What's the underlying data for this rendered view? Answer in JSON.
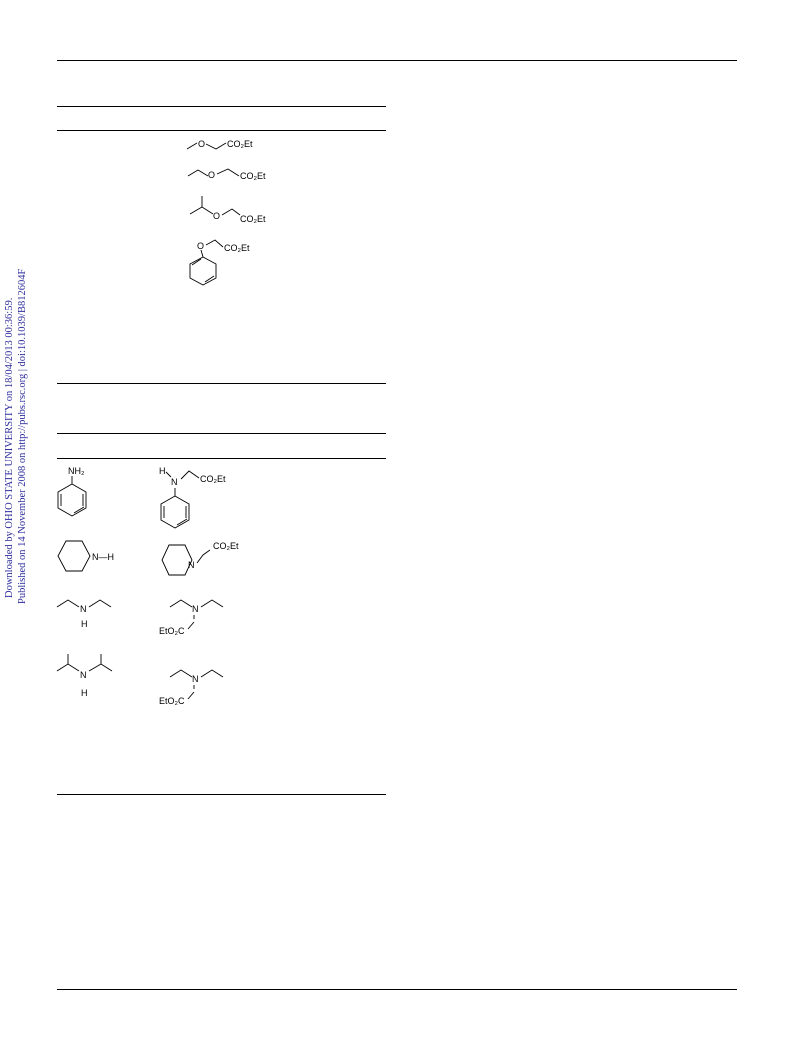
{
  "sidebar": {
    "downloaded": "Downloaded by OHIO STATE UNIVERSITY on 18/04/2013 00:36:59.",
    "published": "Published on 14 November 2008 on http://pubs.rsc.org | doi:10.1039/B812604F"
  },
  "table1": {
    "products": [
      {
        "group": "CO₂Et",
        "hetero": "O"
      },
      {
        "group": "CO₂Et",
        "hetero": "O"
      },
      {
        "group": "CO₂Et",
        "hetero": "O"
      },
      {
        "group": "CO₂Et",
        "hetero": "O"
      }
    ]
  },
  "table2": {
    "rows": [
      {
        "reactant": {
          "label": "NH₂"
        },
        "product": {
          "n": "N",
          "h": "H",
          "group": "CO₂Et"
        }
      },
      {
        "reactant": {
          "label": "N—H"
        },
        "product": {
          "n": "N",
          "group": "CO₂Et"
        }
      },
      {
        "reactant": {
          "n": "N",
          "h": "H"
        },
        "product": {
          "n": "N",
          "group": "EtO₂C"
        }
      },
      {
        "reactant": {
          "n": "N",
          "h": "H"
        },
        "product": {
          "n": "N",
          "group": "EtO₂C"
        }
      }
    ]
  }
}
